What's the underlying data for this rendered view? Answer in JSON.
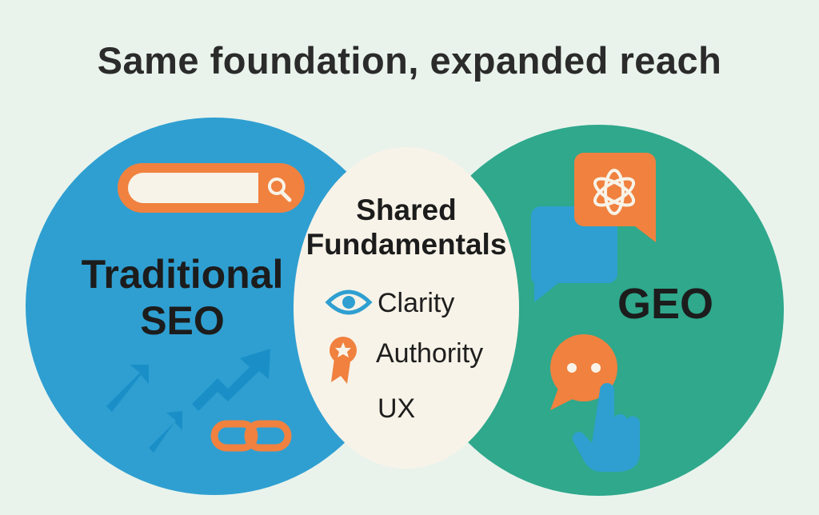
{
  "title": "Same foundation, expanded reach",
  "left": {
    "label_line1": "Traditional",
    "label_line2": "SEO",
    "icons": [
      "search-bar-icon",
      "arrow-up-right-icon",
      "trend-up-icon",
      "link-icon"
    ]
  },
  "center": {
    "heading_line1": "Shared",
    "heading_line2": "Fundamentals",
    "items": [
      {
        "icon": "eye-icon",
        "label": "Clarity"
      },
      {
        "icon": "award-ribbon-icon",
        "label": "Authority"
      },
      {
        "icon": "",
        "label": "UX"
      }
    ]
  },
  "right": {
    "label": "GEO",
    "icons": [
      "chat-bubble-icon",
      "ai-logo-icon",
      "chat-dots-icon",
      "pointing-hand-icon"
    ]
  },
  "colors": {
    "background": "#e9f3ec",
    "blue": "#2f9fd1",
    "green": "#2fa88c",
    "cream": "#f8f3e8",
    "orange": "#f0813f",
    "dark": "#1c1c1c"
  }
}
